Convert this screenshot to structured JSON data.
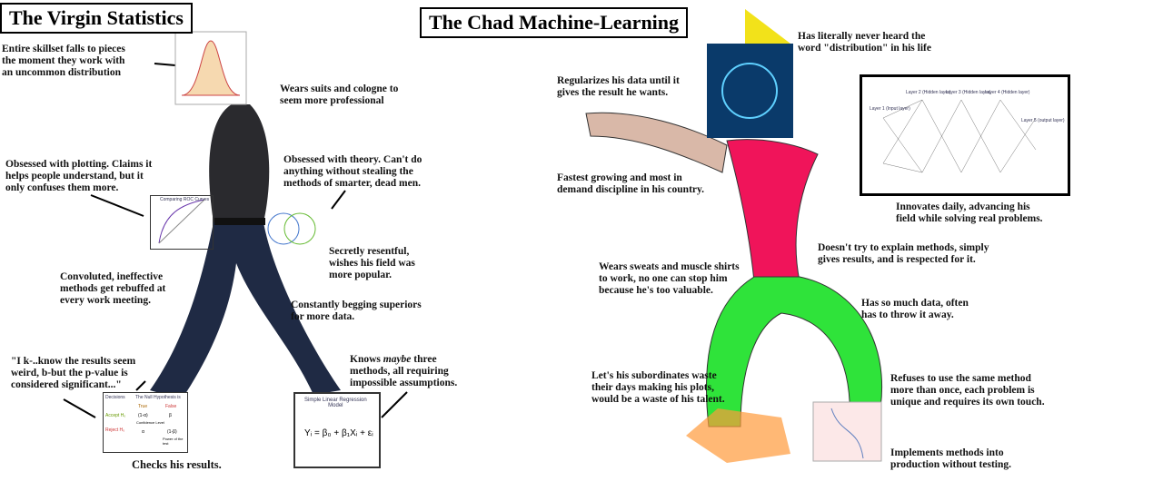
{
  "left": {
    "title": "The Virgin Statistics",
    "captions": [
      "Entire skillset falls to pieces\nthe moment they work with\nan uncommon distribution",
      "Wears suits and cologne to\nseem more professional",
      "Obsessed with plotting. Claims it\nhelps people understand, but it\nonly confuses them more.",
      "Obsessed with theory. Can't do\nanything without stealing the\nmethods of smarter, dead men.",
      "Secretly resentful,\nwishes his field was\nmore popular.",
      "Convoluted, ineffective\nmethods get rebuffed at\nevery work meeting.",
      "Constantly begging superiors\nfor more data.",
      "\"I k-..know the results seem\nweird, b-but the p-value is\nconsidered significant...\"",
      "Checks his results."
    ],
    "knows_pre": "Knows ",
    "knows_em": "maybe",
    "knows_post": " three\nmethods, all requiring\nimpossible assumptions.",
    "table": {
      "h1": "Decisions",
      "h2": "The Null Hypothesis is",
      "true": "True",
      "false": "False",
      "accept": "Accept H₀",
      "reject": "Reject H₀",
      "c1": "(1-α)",
      "c1s": "Confidence Level",
      "c2": "β",
      "c3": "α",
      "c4": "(1-β)",
      "c4s": "Power of the test"
    },
    "regression": {
      "title": "Simple Linear Regression\nModel",
      "eq": "Yᵢ = β₀ + β₁Xᵢ + εᵢ"
    },
    "roc_title": "Comparing ROC Curves"
  },
  "right": {
    "title": "The Chad Machine-Learning",
    "captions": [
      "Has literally never heard the\nword \"distribution\" in his life",
      "Regularizes his data until it\ngives the result he wants.",
      "Fastest growing and most in\ndemand discipline in his country.",
      "Innovates daily, advancing his\nfield while solving real problems.",
      "Doesn't try to explain methods, simply\ngives results, and is respected for it.",
      "Wears sweats and muscle shirts\nto work, no one can stop him\nbecause he's too valuable.",
      "Has so much data, often\nhas to throw it away.",
      "Let's his subordinates waste\ntheir days making his plots,\nwould be a waste of his talent.",
      "Refuses to use the same method\nmore than once, each problem is\nunique and requires its own touch.",
      "Implements methods into\nproduction without testing."
    ],
    "nn_layers": [
      "Layer 1 (Input layer)",
      "Layer 2 (Hidden layer)",
      "Layer 3 (Hidden layer)",
      "Layer 4 (Hidden layer)",
      "Layer 5 (output layer)"
    ]
  }
}
